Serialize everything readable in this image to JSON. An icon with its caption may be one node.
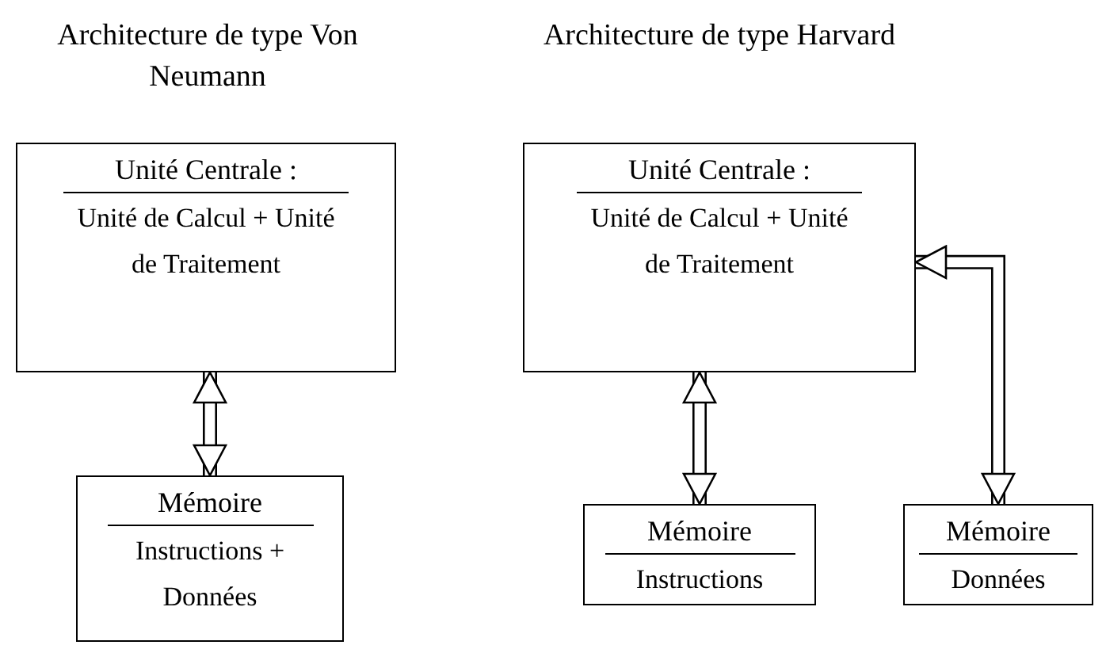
{
  "diagram": {
    "nodes": [
      {
        "text": [
          "Unité Centrale :",
          "Unité de Calcul + Unité de Traitement"
        ]
      },
      {
        "text": [
          "Mémoire",
          "Instructions + Données"
        ]
      },
      {
        "text": [
          "Unité Centrale :",
          "Unité de Calcul + Unité de Traitement"
        ]
      },
      {
        "text": [
          "Mémoire",
          "Instructions"
        ]
      },
      {
        "text": [
          "Mémoire",
          "Données"
        ]
      }
    ],
    "edges": [
      {
        "from": 0,
        "to": 1,
        "arrow": "both"
      },
      {
        "from": 2,
        "to": 3,
        "arrow": "both"
      },
      {
        "from": 4,
        "to": 2,
        "arrow": "both"
      }
    ],
    "labels": [
      "Architecture de type Von Neumann",
      "Architecture de type Harvard"
    ]
  }
}
